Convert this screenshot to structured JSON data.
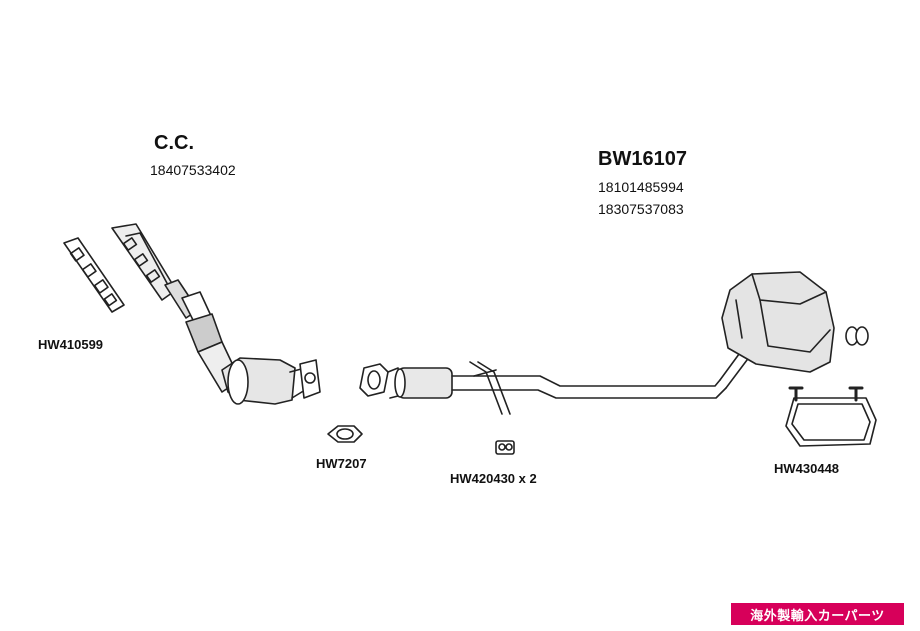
{
  "group_cc": {
    "title": "C.C.",
    "code": "18407533402"
  },
  "group_bw": {
    "title": "BW16107",
    "code_1": "18101485994",
    "code_2": "18307537083"
  },
  "parts": {
    "hw410599": "HW410599",
    "hw7207": "HW7207",
    "hw420430": "HW420430 x 2",
    "hw430448": "HW430448"
  },
  "badge": "海外製輸入カーパーツ"
}
